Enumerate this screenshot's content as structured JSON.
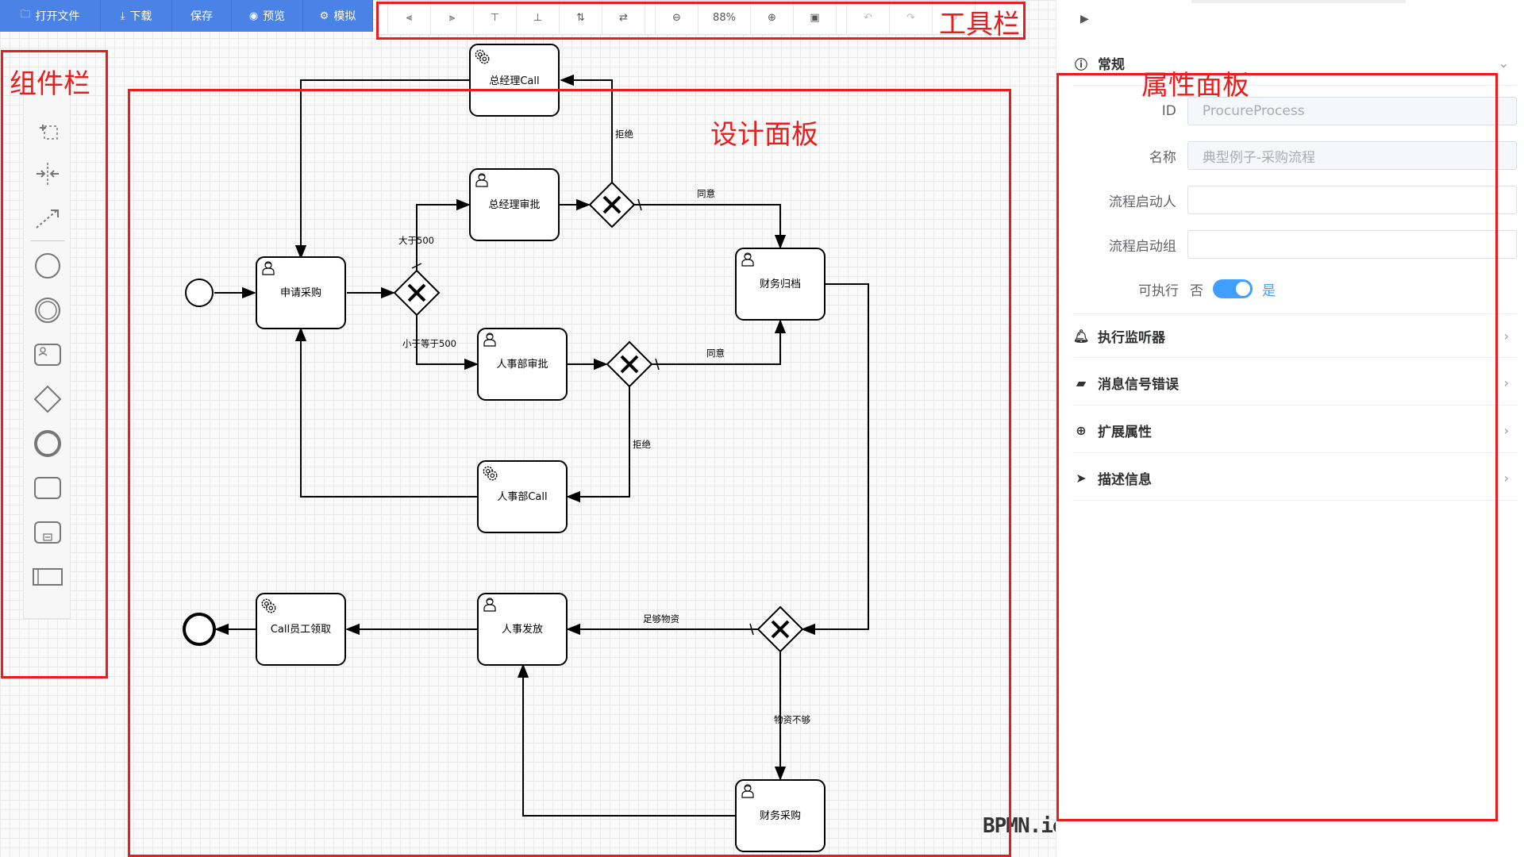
{
  "actions": [
    {
      "label": "打开文件",
      "icon": "folder-icon"
    },
    {
      "label": "下载",
      "icon": "download-icon"
    },
    {
      "label": "保存",
      "icon": ""
    },
    {
      "label": "预览",
      "icon": "eye-icon"
    },
    {
      "label": "模拟",
      "icon": "gear-icon"
    }
  ],
  "toolbar": {
    "zoom_label": "88%"
  },
  "annotations": {
    "palette": "组件栏",
    "toolbar": "工具栏",
    "design": "设计面板",
    "properties": "属性面板"
  },
  "diagram": {
    "tasks": {
      "gm_call": "总经理Call",
      "gm_approve": "总经理审批",
      "apply": "申请采购",
      "finance_archive": "财务归档",
      "hr_approve": "人事部审批",
      "hr_call": "人事部Call",
      "employee_collect": "Call员工领取",
      "hr_issue": "人事发放",
      "finance_purchase": "财务采购"
    },
    "flows": {
      "reject_top": "拒绝",
      "agree_top": "同意",
      "gt500": "大于500",
      "le500": "小于等于500",
      "agree_mid": "同意",
      "reject_mid": "拒绝",
      "enough": "足够物资",
      "not_enough": "物资不够"
    },
    "logo": "BPMN.io"
  },
  "properties": {
    "general_title": "常规",
    "id_label": "ID",
    "id_value": "ProcureProcess",
    "name_label": "名称",
    "name_value": "典型例子-采购流程",
    "starter_label": "流程启动人",
    "starter_value": "",
    "group_label": "流程启动组",
    "group_value": "",
    "exec_label": "可执行",
    "exec_off": "否",
    "exec_on": "是",
    "exec_enabled": true,
    "sections": [
      {
        "title": "执行监听器",
        "icon": "bell-icon"
      },
      {
        "title": "消息信号错误",
        "icon": "message-icon"
      },
      {
        "title": "扩展属性",
        "icon": "plus-circle-icon"
      },
      {
        "title": "描述信息",
        "icon": "send-icon"
      }
    ]
  }
}
